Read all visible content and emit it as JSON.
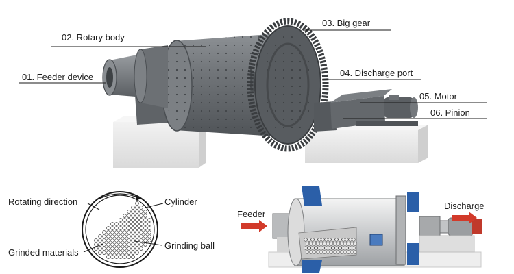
{
  "top_diagram": {
    "labels": {
      "feeder_device": "01. Feeder device",
      "rotary_body": "02. Rotary body",
      "big_gear": "03. Big gear",
      "discharge_port": "04. Discharge port",
      "motor": "05. Motor",
      "pinion": "06. Pinion"
    }
  },
  "cross_section": {
    "labels": {
      "rotating_direction": "Rotating direction",
      "cylinder": "Cylinder",
      "grinded_materials": "Grinded materials",
      "grinding_ball": "Grinding ball"
    }
  },
  "side_cutaway": {
    "labels": {
      "feeder": "Feeder",
      "discharge": "Discharge"
    }
  },
  "colors": {
    "machine_gray": "#6e7275",
    "base_block": "#e4e4e4",
    "blue": "#2b5fa8",
    "arrow_red": "#d23a2a"
  }
}
